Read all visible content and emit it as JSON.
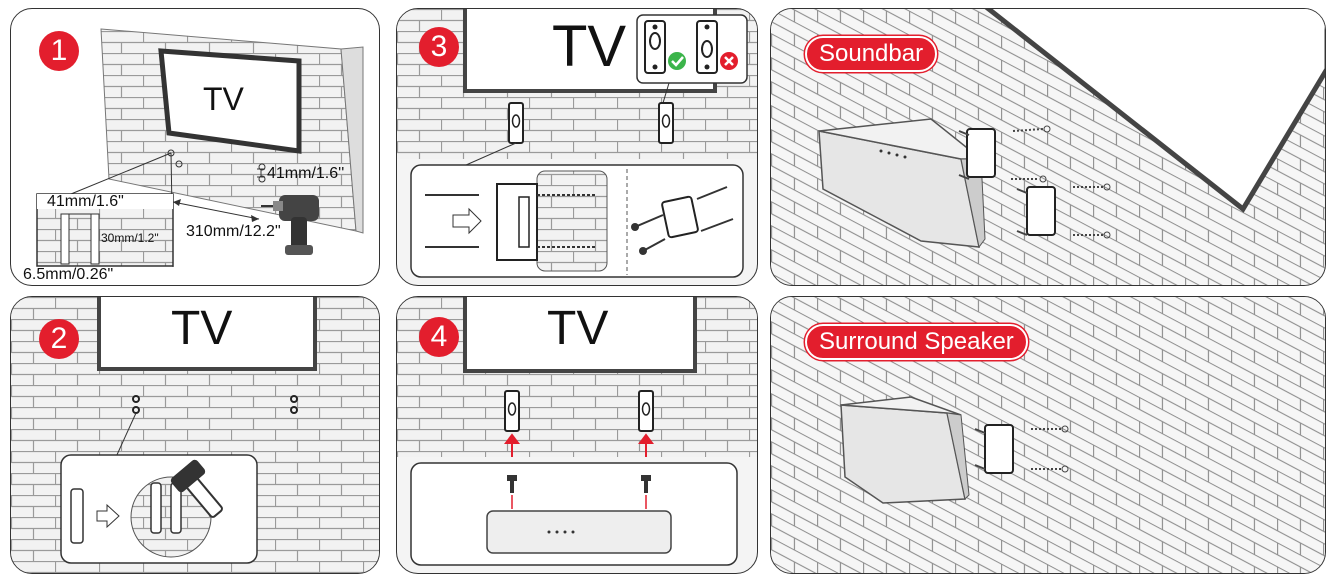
{
  "colors": {
    "accent": "#e31e2d",
    "ok": "#3bb44a",
    "outline": "#333333"
  },
  "panel1": {
    "step": "1",
    "tv": "TV",
    "dim_hole_gap": "41mm/1.6\"",
    "dim_drill": "41mm/1.6''",
    "dim_depth": "30mm/1.2\"",
    "dim_spacing": "310mm/12.2\"",
    "dim_bit": "6.5mm/0.26\""
  },
  "panel2": {
    "step": "2",
    "tv": "TV"
  },
  "panel3": {
    "step": "3",
    "tv": "TV",
    "icons": [
      "check-icon",
      "cross-icon"
    ]
  },
  "panel4": {
    "step": "4",
    "tv": "TV"
  },
  "panel5": {
    "label": "Soundbar"
  },
  "panel6": {
    "label": "Surround Speaker"
  }
}
